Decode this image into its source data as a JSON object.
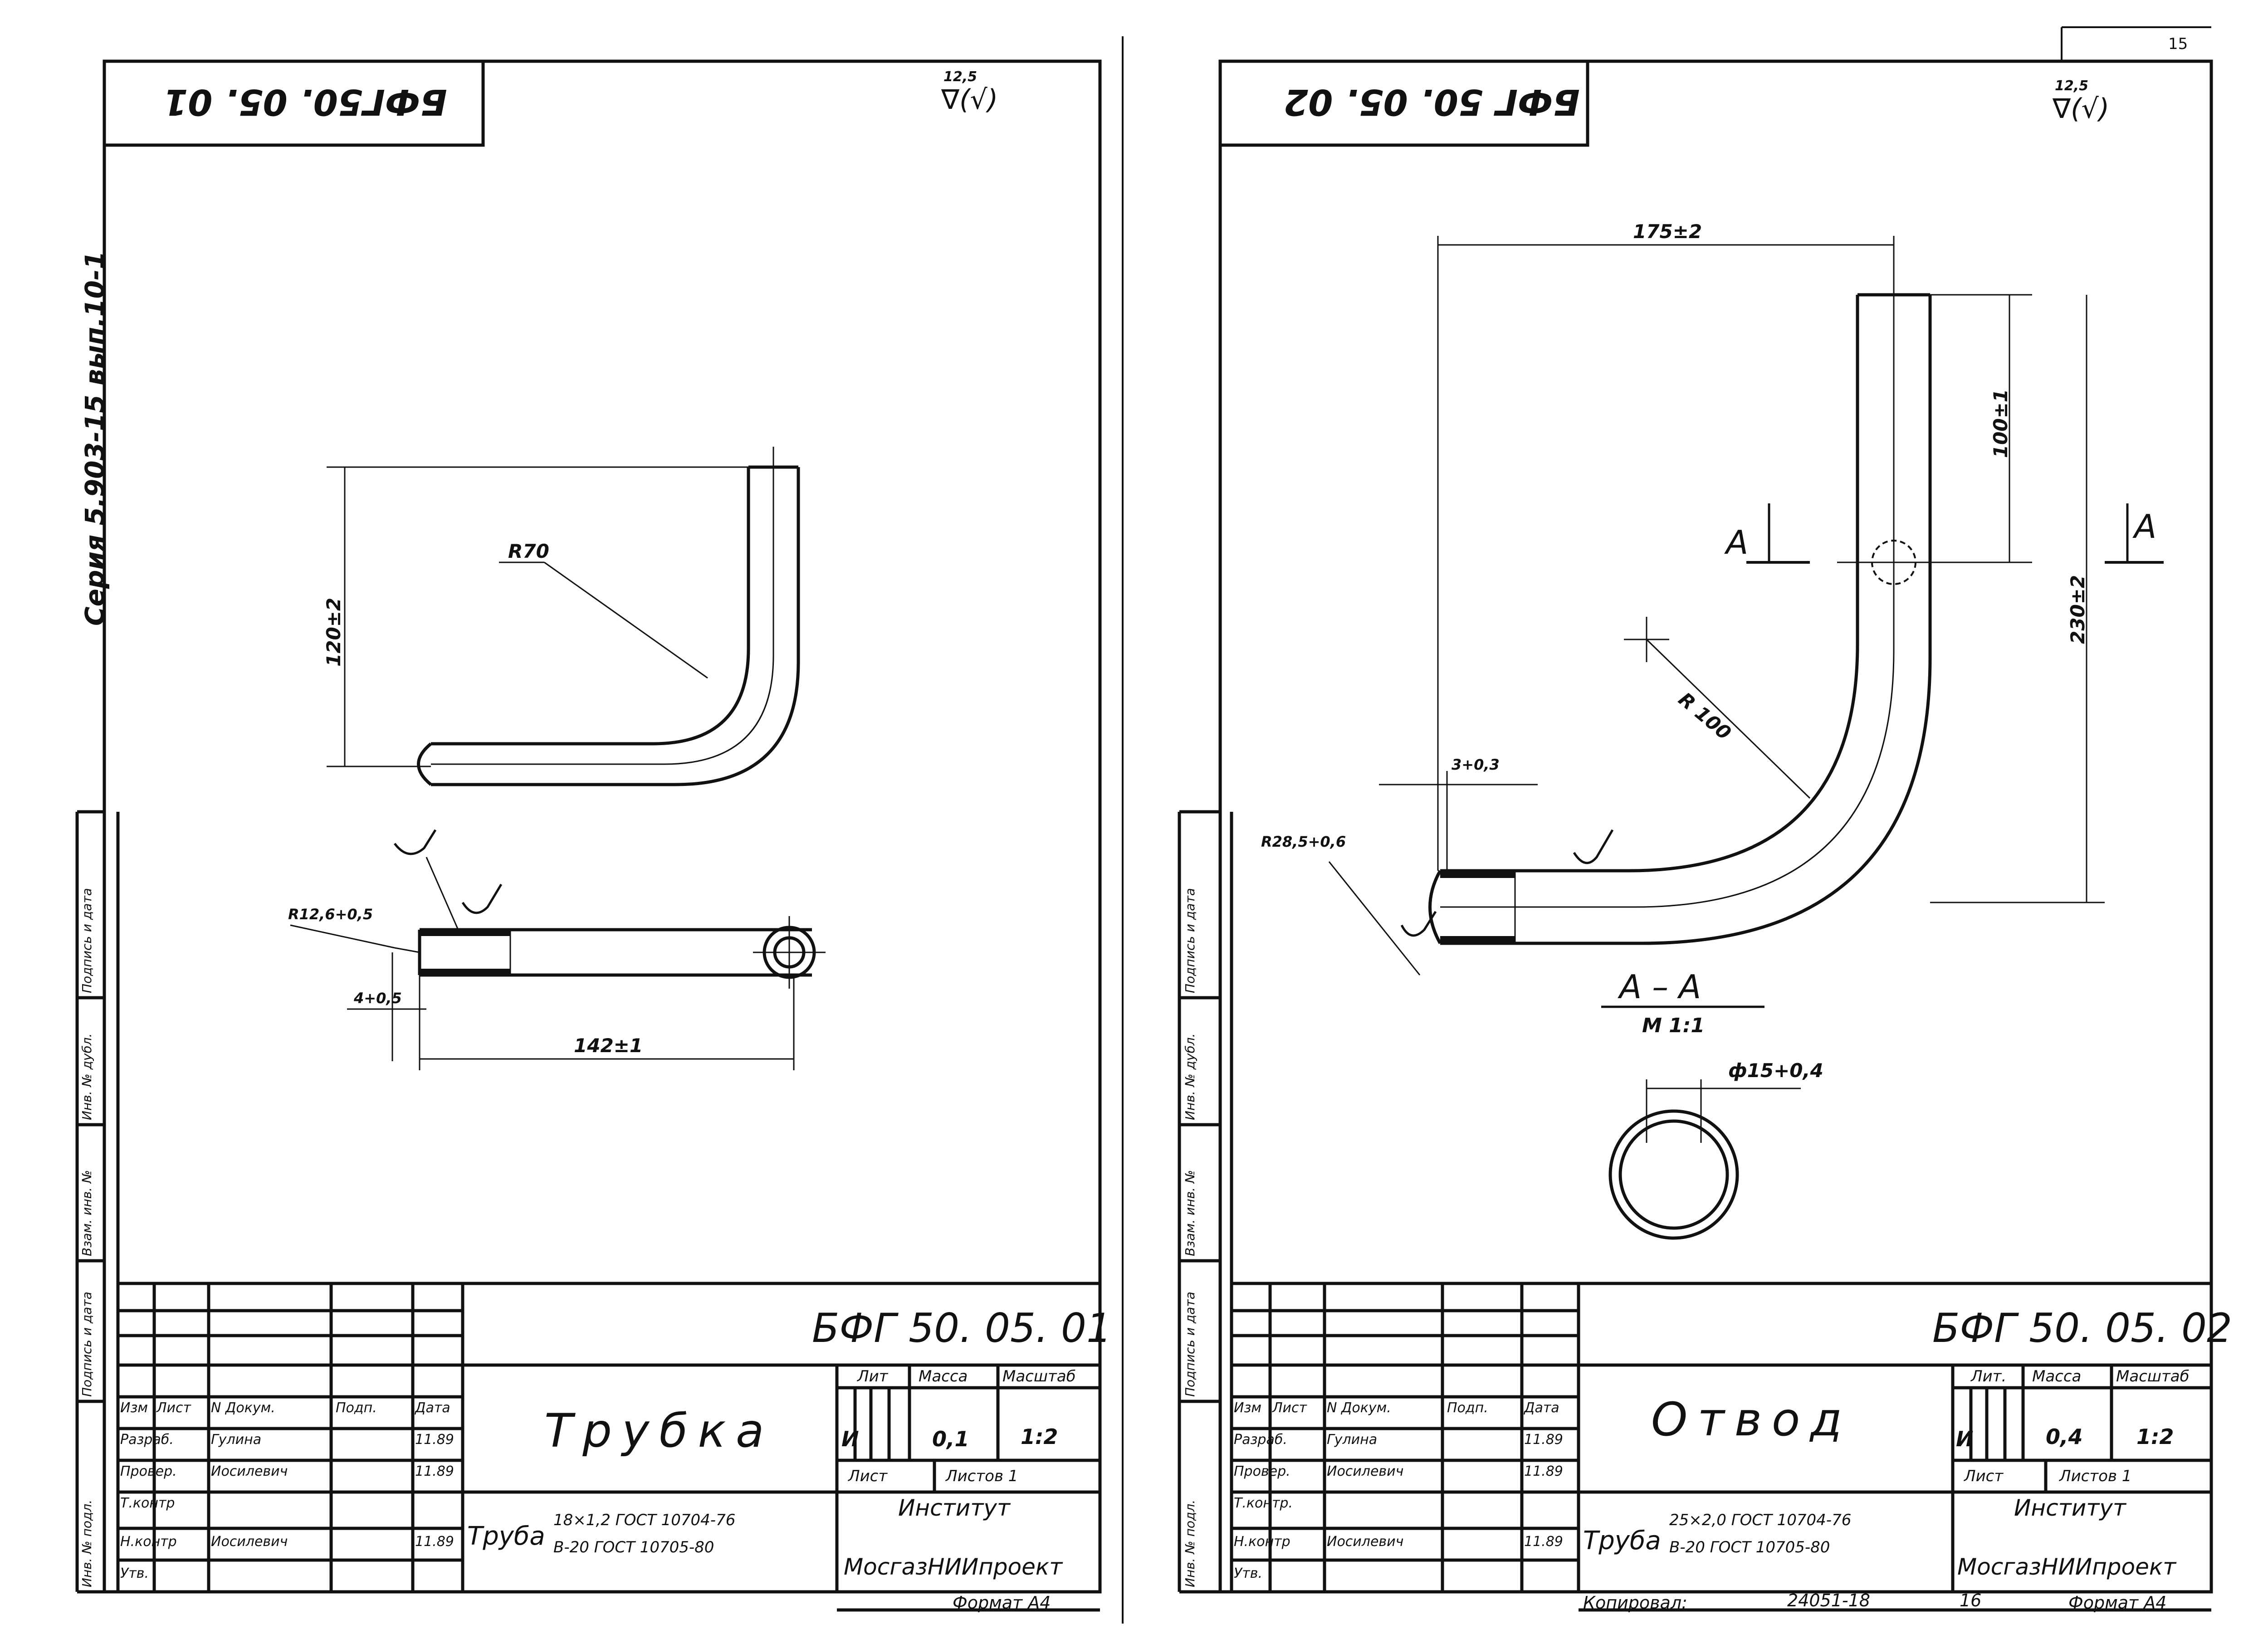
{
  "page": {
    "number": "15"
  },
  "series": "Серия 5.903-15 вып.10-1",
  "side_stamp": [
    "Подпись и дата",
    "Инв. № дубл.",
    "Взам. инв. №",
    "Подпись и дата",
    "Инв. № подл."
  ],
  "sheet1": {
    "code_flipped": "БФГ50. 05. 01",
    "roughness": {
      "value": "12,5",
      "symbol": "∇(√)"
    },
    "dimensions": {
      "height": "120±2",
      "radius": "R70",
      "end_radius": "R12,6+0,5",
      "offset": "4+0,5",
      "length": "142±1"
    },
    "doc_number": "БФГ 50. 05. 01",
    "title": "Трубка",
    "headers": {
      "lit": "Лит",
      "mass": "Масса",
      "scale": "Масштаб",
      "sheet": "Лист",
      "sheets": "Листов 1"
    },
    "lit_value": "И",
    "mass_value": "0,1",
    "scale_value": "1:2",
    "table_header": [
      "Изм",
      "Лист",
      "N Докум.",
      "Подп.",
      "Дата"
    ],
    "signatures": [
      {
        "role": "Разраб.",
        "name": "Гулина",
        "date": "11.89"
      },
      {
        "role": "Провер.",
        "name": "Иосилевич",
        "date": "11.89"
      },
      {
        "role": "Т.контр",
        "name": "",
        "date": ""
      },
      {
        "role": "Н.контр",
        "name": "Иосилевич",
        "date": "11.89"
      },
      {
        "role": "Утв.",
        "name": "",
        "date": ""
      }
    ],
    "pipe_label": "Труба",
    "pipe_spec_top": "18×1,2 ГОСТ 10704-76",
    "pipe_spec_bottom": "В-20 ГОСТ 10705-80",
    "org_line1": "Институт",
    "org_line2": "МосгазНИИпроект",
    "format": "Формат А4"
  },
  "sheet2": {
    "code_flipped": "БФГ 50. 05. 02",
    "roughness": {
      "value": "12,5",
      "symbol": "∇(√)"
    },
    "dimensions": {
      "width": "175±2",
      "top": "100±1",
      "height": "230±2",
      "radius": "R 100",
      "offset": "3+0,3",
      "end_radius": "R28,5+0,6",
      "diameter": "ф15+0,4"
    },
    "section_mark": "А",
    "section_title": "А – А",
    "section_scale": "М 1:1",
    "doc_number": "БФГ 50. 05. 02",
    "title": "Отвод",
    "headers": {
      "lit": "Лит.",
      "mass": "Масса",
      "scale": "Масштаб",
      "sheet": "Лист",
      "sheets": "Листов 1"
    },
    "lit_value": "И",
    "mass_value": "0,4",
    "scale_value": "1:2",
    "table_header": [
      "Изм",
      "Лист",
      "N Докум.",
      "Подп.",
      "Дата"
    ],
    "signatures": [
      {
        "role": "Разраб.",
        "name": "Гулина",
        "date": "11.89"
      },
      {
        "role": "Провер.",
        "name": "Иосилевич",
        "date": "11.89"
      },
      {
        "role": "Т.контр.",
        "name": "",
        "date": ""
      },
      {
        "role": "Н.контр",
        "name": "Иосилевич",
        "date": "11.89"
      },
      {
        "role": "Утв.",
        "name": "",
        "date": ""
      }
    ],
    "pipe_label": "Труба",
    "pipe_spec_top": "25×2,0 ГОСТ 10704-76",
    "pipe_spec_bottom": "В-20 ГОСТ 10705-80",
    "org_line1": "Институт",
    "org_line2": "МосгазНИИпроект",
    "copied": "Копировал:",
    "order": "24051-18",
    "page_index": "16",
    "format": "Формат А4"
  }
}
